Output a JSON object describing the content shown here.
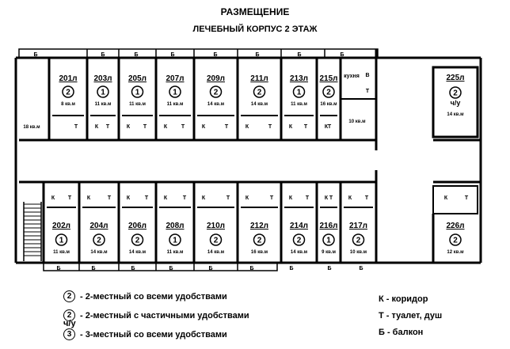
{
  "title": "РАЗМЕЩЕНИЕ",
  "subtitle": "ЛЕЧЕБНЫЙ КОРПУС 2 ЭТАЖ",
  "labels": {
    "balcony": "Б",
    "corridor": "К",
    "toilet": "Т",
    "kitchen": "кухня",
    "bath": "В"
  },
  "top_rooms": [
    {
      "num": "201л",
      "places": "2",
      "area": "8 кв.м"
    },
    {
      "num": "203л",
      "places": "1",
      "area": "11 кв.м"
    },
    {
      "num": "205л",
      "places": "1",
      "area": "11 кв.м"
    },
    {
      "num": "207л",
      "places": "1",
      "area": "11 кв.м"
    },
    {
      "num": "209л",
      "places": "2",
      "area": "14 кв.м"
    },
    {
      "num": "211л",
      "places": "2",
      "area": "14 кв.м"
    },
    {
      "num": "213л",
      "places": "1",
      "area": "11 кв.м"
    },
    {
      "num": "215л",
      "places": "2",
      "area": "16 кв.м"
    }
  ],
  "bottom_rooms": [
    {
      "num": "202л",
      "places": "1",
      "area": "11 кв.м"
    },
    {
      "num": "204л",
      "places": "2",
      "area": "14 кв.м"
    },
    {
      "num": "206л",
      "places": "2",
      "area": "14 кв.м"
    },
    {
      "num": "208л",
      "places": "1",
      "area": "11 кв.м"
    },
    {
      "num": "210л",
      "places": "2",
      "area": "14 кв.м"
    },
    {
      "num": "212л",
      "places": "2",
      "area": "16 кв.м"
    },
    {
      "num": "214л",
      "places": "2",
      "area": "14 кв.м"
    },
    {
      "num": "216л",
      "places": "1",
      "area": "9 кв.м"
    },
    {
      "num": "217л",
      "places": "2",
      "area": "10 кв.м"
    }
  ],
  "room_225": {
    "num": "225л",
    "places": "2",
    "suffix": "ч/у",
    "area": "14 кв.м"
  },
  "room_226": {
    "num": "226л",
    "places": "2",
    "area": "12 кв.м"
  },
  "corner_area": "18 кв.м",
  "kitchen_area": "10 кв.м",
  "legend": [
    {
      "symbol": "2",
      "text": "- 2-местный со всеми удобствами"
    },
    {
      "symbol": "2",
      "text": "- 2-местный с частичными удобствами",
      "note": "ч/у"
    },
    {
      "symbol": "3",
      "text": "- 3-местный со всеми удобствами"
    }
  ],
  "key": [
    "К - коридор",
    "Т - туалет, душ",
    "Б - балкон"
  ]
}
